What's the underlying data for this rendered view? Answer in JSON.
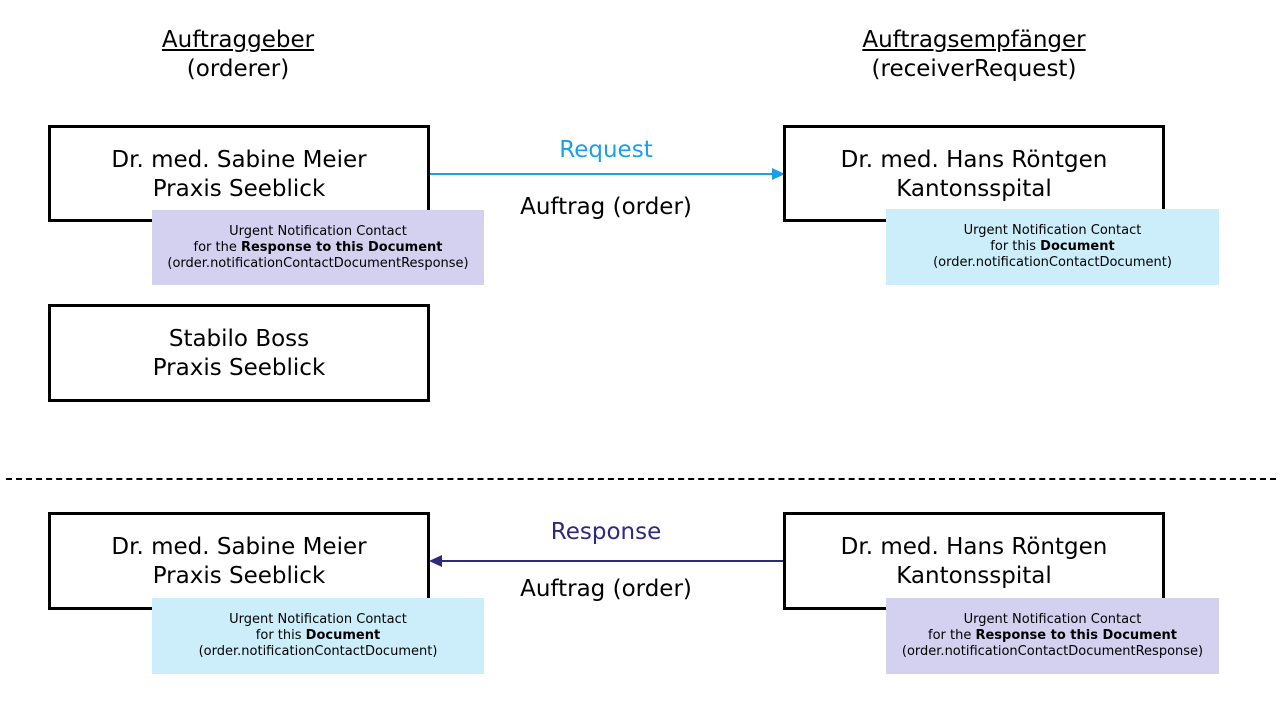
{
  "headers": {
    "left": {
      "title": "Auftraggeber",
      "subtitle": "(orderer)"
    },
    "right": {
      "title": "Auftragsempfänger",
      "subtitle": "(receiverRequest)"
    }
  },
  "request": {
    "label": "Request",
    "color": "#1aa0e6",
    "sublabel": "Auftrag (order)",
    "orderer_box": {
      "line1": "Dr. med. Sabine Meier",
      "line2": "Praxis Seeblick"
    },
    "receiver_box": {
      "line1": "Dr. med. Hans Röntgen",
      "line2": "Kantonsspital"
    },
    "second_orderer_box": {
      "line1": "Stabilo Boss",
      "line2": "Praxis Seeblick"
    },
    "orderer_note": {
      "line1": "Urgent Notification Contact",
      "line2_prefix": "for the ",
      "line2_bold": "Response to this Document",
      "line3": "(order.notificationContactDocumentResponse)"
    },
    "receiver_note": {
      "line1": "Urgent Notification Contact",
      "line2_prefix": "for this ",
      "line2_bold": "Document",
      "line3": "(order.notificationContactDocument)"
    }
  },
  "response": {
    "label": "Response",
    "color": "#2e2a7a",
    "sublabel": "Auftrag (order)",
    "orderer_box": {
      "line1": "Dr. med. Sabine Meier",
      "line2": "Praxis Seeblick"
    },
    "receiver_box": {
      "line1": "Dr. med. Hans Röntgen",
      "line2": "Kantonsspital"
    },
    "orderer_note": {
      "line1": "Urgent Notification Contact",
      "line2_prefix": "for this ",
      "line2_bold": "Document",
      "line3": "(order.notificationContactDocument)"
    },
    "receiver_note": {
      "line1": "Urgent Notification Contact",
      "line2_prefix": "for the ",
      "line2_bold": "Response to this Document",
      "line3": "(order.notificationContactDocumentResponse)"
    }
  },
  "colors": {
    "note_lavender": "#d3d0f0",
    "note_cyan": "#cceefb"
  }
}
